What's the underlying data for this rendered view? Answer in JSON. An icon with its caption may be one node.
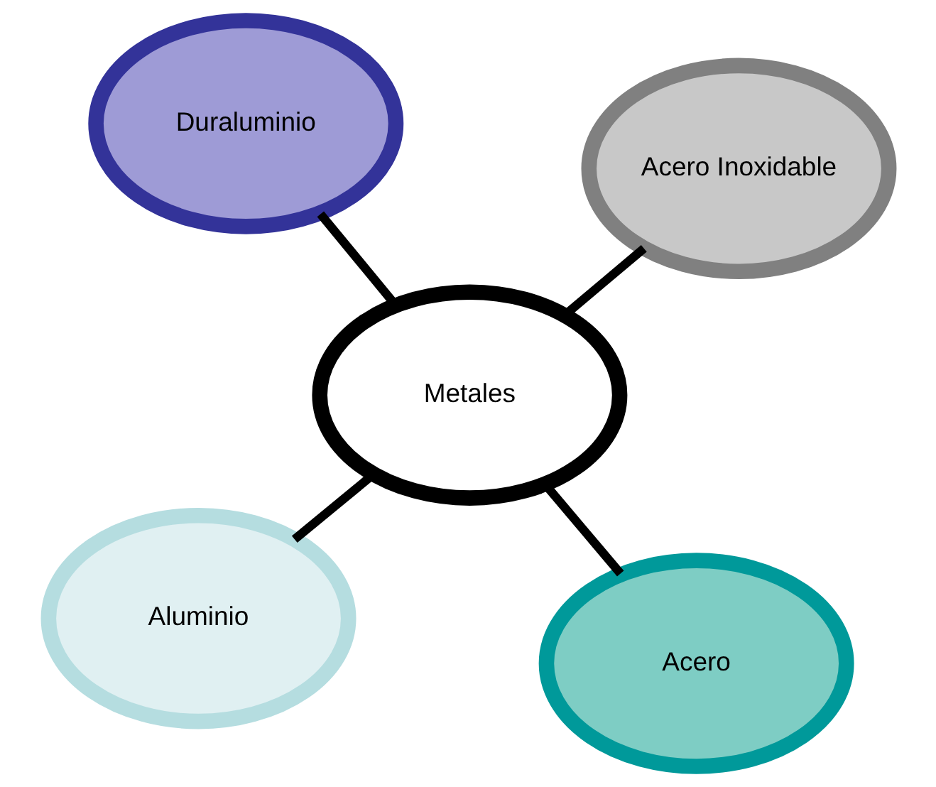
{
  "diagram": {
    "nodes": [
      {
        "text": [
          "Aluminio"
        ]
      },
      {
        "text": [
          "Acero"
        ]
      },
      {
        "text": [
          "Metales"
        ]
      },
      {
        "text": [
          "Duraluminio"
        ]
      },
      {
        "text": [
          "Acero Inoxidable"
        ]
      }
    ],
    "edges": [
      {
        "from": 2,
        "to": 0,
        "arrow": "none"
      },
      {
        "from": 2,
        "to": 1,
        "arrow": "none"
      },
      {
        "from": 2,
        "to": 3,
        "arrow": "none"
      },
      {
        "from": 2,
        "to": 4,
        "arrow": "none"
      }
    ]
  }
}
